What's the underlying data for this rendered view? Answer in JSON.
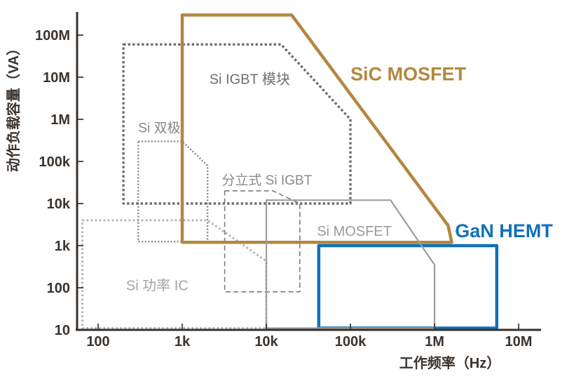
{
  "page": {
    "background": "#ffffff",
    "axis_color": "#37312c",
    "tick_label_color": "#3a332e"
  },
  "chart_data": {
    "type": "area",
    "title": "",
    "xlabel": "工作频率（Hz）",
    "ylabel": "动作负载容量（VA）",
    "x_scale": "log",
    "y_scale": "log",
    "xlim": [
      55,
      18000000
    ],
    "ylim": [
      10,
      350000000
    ],
    "grid": false,
    "legend_position": "inline-labels",
    "x_ticks": [
      {
        "value": 100,
        "label": "100"
      },
      {
        "value": 1000,
        "label": "1k"
      },
      {
        "value": 10000,
        "label": "10k"
      },
      {
        "value": 100000,
        "label": "100k"
      },
      {
        "value": 1000000,
        "label": "1M"
      },
      {
        "value": 10000000,
        "label": "10M"
      }
    ],
    "y_ticks": [
      {
        "value": 100000000,
        "label": "100M"
      },
      {
        "value": 10000000,
        "label": "10M"
      },
      {
        "value": 1000000,
        "label": "1M"
      },
      {
        "value": 100000,
        "label": "100k"
      },
      {
        "value": 10000,
        "label": "10k"
      },
      {
        "value": 1000,
        "label": "1k"
      },
      {
        "value": 100,
        "label": "100"
      },
      {
        "value": 10,
        "label": "10"
      }
    ],
    "regions": [
      {
        "id": "si_power_ic",
        "label": "Si 功率 IC",
        "points_freq_va": [
          [
            65,
            4000
          ],
          [
            2000,
            4000
          ],
          [
            10000,
            430
          ],
          [
            10000,
            11
          ],
          [
            65,
            11
          ]
        ],
        "line_color": "#b5b5b5",
        "line_width": 3,
        "dash": "2.8 3.2",
        "label_color": "#a3a3a3",
        "label_at": [
          215,
          108
        ],
        "label_size": 20,
        "label_bold": false
      },
      {
        "id": "si_bipolar",
        "label": "Si 双极",
        "points_freq_va": [
          [
            300,
            300000
          ],
          [
            1000,
            300000
          ],
          [
            2000,
            80000
          ],
          [
            2000,
            1250
          ],
          [
            300,
            1250
          ]
        ],
        "line_color": "#8d8d8d",
        "line_width": 2.4,
        "dash": "2.2 2.4",
        "label_color": "#868686",
        "label_at": [
          300,
          600000
        ],
        "label_size": 19,
        "label_bold": false
      },
      {
        "id": "si_igbt_module",
        "label": "Si IGBT 模块",
        "points_freq_va": [
          [
            200,
            60000000
          ],
          [
            15000,
            60000000
          ],
          [
            100000,
            1000000
          ],
          [
            100000,
            10000
          ],
          [
            200,
            10000
          ]
        ],
        "line_color": "#6f6f6f",
        "line_width": 3.4,
        "dash": "3.4 3.1",
        "label_color": "#6f6f6f",
        "label_at": [
          2100,
          8500000
        ],
        "label_size": 20,
        "label_bold": false
      },
      {
        "id": "discrete_si_igbt",
        "label": "分立式 Si IGBT",
        "points_freq_va": [
          [
            3200,
            20000
          ],
          [
            12000,
            20000
          ],
          [
            25000,
            10000
          ],
          [
            25000,
            80
          ],
          [
            3200,
            80
          ]
        ],
        "line_color": "#7c7c7c",
        "line_width": 1.6,
        "dash": "7 4.2",
        "label_color": "#8c8c8c",
        "label_at": [
          2950,
          34000
        ],
        "label_size": 19,
        "label_bold": false
      },
      {
        "id": "sic_mosfet",
        "label": "SiC MOSFET",
        "points_freq_va": [
          [
            1000,
            300000000
          ],
          [
            20000,
            300000000
          ],
          [
            1450000,
            3000
          ],
          [
            1600000,
            1200
          ],
          [
            1000,
            1200
          ]
        ],
        "line_color": "#b3873f",
        "line_width": 4.5,
        "dash": null,
        "label_color": "#b3873f",
        "label_at": [
          100000,
          11000000
        ],
        "label_size": 27,
        "label_bold": true
      },
      {
        "id": "gan_hemt",
        "label": "GaN HEMT",
        "points_freq_va": [
          [
            42000,
            1000
          ],
          [
            5500000,
            1000
          ],
          [
            5500000,
            11
          ],
          [
            42000,
            11
          ]
        ],
        "line_color": "#0f72b9",
        "line_width": 4.5,
        "dash": null,
        "label_color": "#0f72b9",
        "label_at": [
          1750000,
          2100
        ],
        "label_size": 27,
        "label_bold": true
      },
      {
        "id": "si_mosfet",
        "label": "Si MOSFET",
        "points_freq_va": [
          [
            10000,
            12000
          ],
          [
            300000,
            12000
          ],
          [
            1000000,
            350
          ],
          [
            1000000,
            11
          ],
          [
            10000,
            11
          ]
        ],
        "line_color": "#9e9e9e",
        "line_width": 2.2,
        "dash": null,
        "label_color": "#9a9a9a",
        "label_at": [
          40000,
          2100
        ],
        "label_size": 20,
        "label_bold": false
      }
    ]
  }
}
